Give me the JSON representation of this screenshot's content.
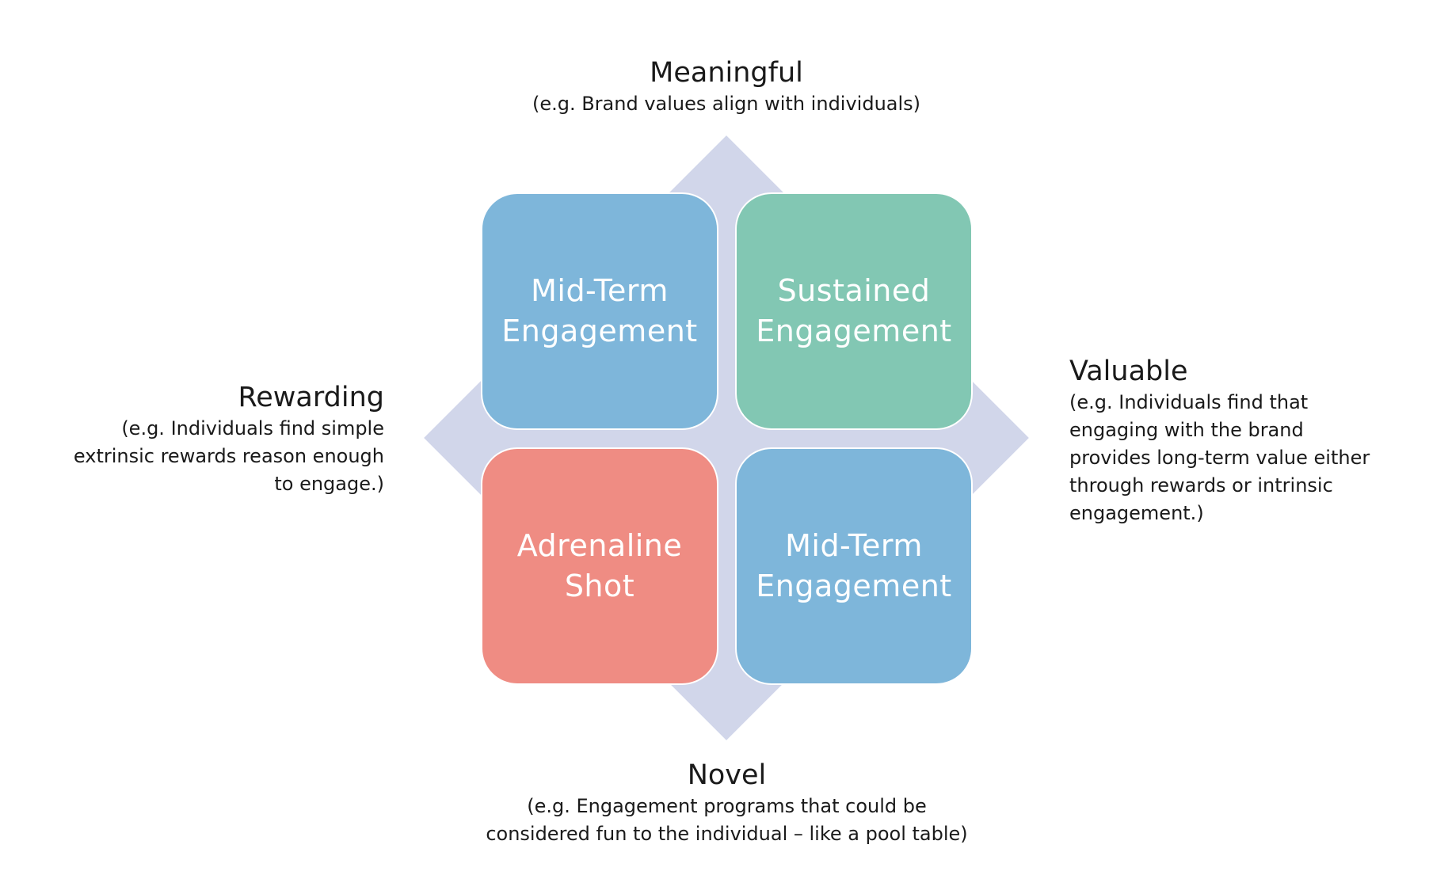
{
  "diagram": {
    "background_diamond_color": "#d1d6ea",
    "quadrants": [
      {
        "id": "tl",
        "lines": [
          "Mid-Term",
          "Engagement"
        ],
        "color": "#7eb6da"
      },
      {
        "id": "tr",
        "lines": [
          "Sustained",
          "Engagement"
        ],
        "color": "#82c7b3"
      },
      {
        "id": "bl",
        "lines": [
          "Adrenaline",
          "Shot"
        ],
        "color": "#ef8c83"
      },
      {
        "id": "br",
        "lines": [
          "Mid-Term",
          "Engagement"
        ],
        "color": "#7eb6da"
      }
    ],
    "axes": {
      "top": {
        "title": "Meaningful",
        "description": [
          "(e.g. Brand values align with individuals)"
        ]
      },
      "bottom": {
        "title": "Novel",
        "description": [
          "(e.g. Engagement programs that could be",
          "considered fun to the individual – like a pool table)"
        ]
      },
      "left": {
        "title": "Rewarding",
        "description": [
          "(e.g. Individuals find simple",
          "extrinsic rewards reason enough",
          "to engage.)"
        ]
      },
      "right": {
        "title": "Valuable",
        "description": [
          "(e.g. Individuals find that",
          "engaging with the brand",
          "provides long-term value either",
          "through rewards or intrinsic",
          "engagement.)"
        ]
      }
    }
  }
}
